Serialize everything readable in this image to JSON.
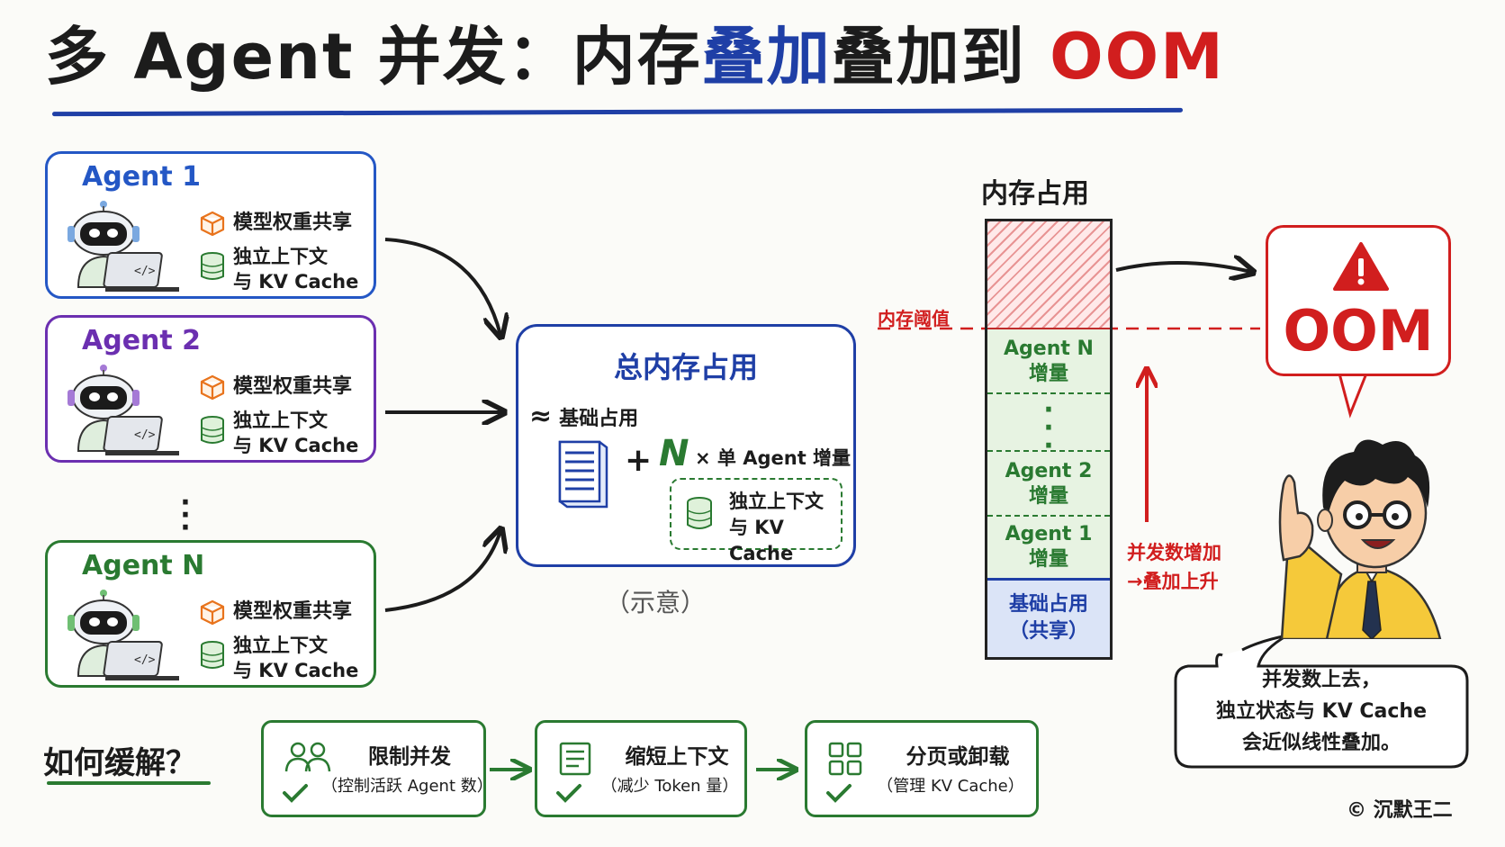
{
  "title": {
    "part1": "多 Agent 并发：内存",
    "part2": "叠加",
    "part3": "叠加到 ",
    "part4": "OOM"
  },
  "agents": [
    {
      "name": "Agent 1",
      "feature1": "模型权重共享",
      "feature2_line1": "独立上下文",
      "feature2_line2": "与 KV Cache",
      "color": "#2457c5"
    },
    {
      "name": "Agent 2",
      "feature1": "模型权重共享",
      "feature2_line1": "独立上下文",
      "feature2_line2": "与 KV Cache",
      "color": "#6b2fb0"
    },
    {
      "name": "Agent N",
      "feature1": "模型权重共享",
      "feature2_line1": "独立上下文",
      "feature2_line2": "与 KV Cache",
      "color": "#2a7a31"
    }
  ],
  "total": {
    "title": "总内存占用",
    "approx": "≈",
    "base": "基础占用",
    "plus": "+",
    "n": "N",
    "per_agent": "× 单 Agent 增量",
    "kv_line1": "独立上下文",
    "kv_line2": "与 KV Cache",
    "caption": "（示意）"
  },
  "memory": {
    "title": "内存占用",
    "threshold": "内存阈值",
    "segments": {
      "agent_n_1": "Agent N",
      "agent_n_2": "增量",
      "agent_2_1": "Agent 2",
      "agent_2_2": "增量",
      "agent_1_1": "Agent 1",
      "agent_1_2": "增量",
      "base_1": "基础占用",
      "base_2": "（共享）"
    },
    "increase_line1": "并发数增加",
    "increase_line2": "→叠加上升"
  },
  "oom": {
    "label": "OOM"
  },
  "speech": {
    "line1": "并发数上去，",
    "line2": "独立状态与 KV Cache",
    "line3": "会近似线性叠加。"
  },
  "mitigation": {
    "title": "如何缓解？",
    "items": [
      {
        "title": "限制并发",
        "sub": "（控制活跃 Agent 数）",
        "icon": "users-icon"
      },
      {
        "title": "缩短上下文",
        "sub": "（减少 Token 量）",
        "icon": "document-icon"
      },
      {
        "title": "分页或卸载",
        "sub": "（管理 KV Cache）",
        "icon": "grid-icon"
      }
    ]
  },
  "copyright": "© 沉默王二",
  "colors": {
    "blue": "#1f3fa6",
    "purple": "#6b2fb0",
    "green": "#2a7a31",
    "red": "#d11e1e",
    "orange": "#e8731c"
  }
}
